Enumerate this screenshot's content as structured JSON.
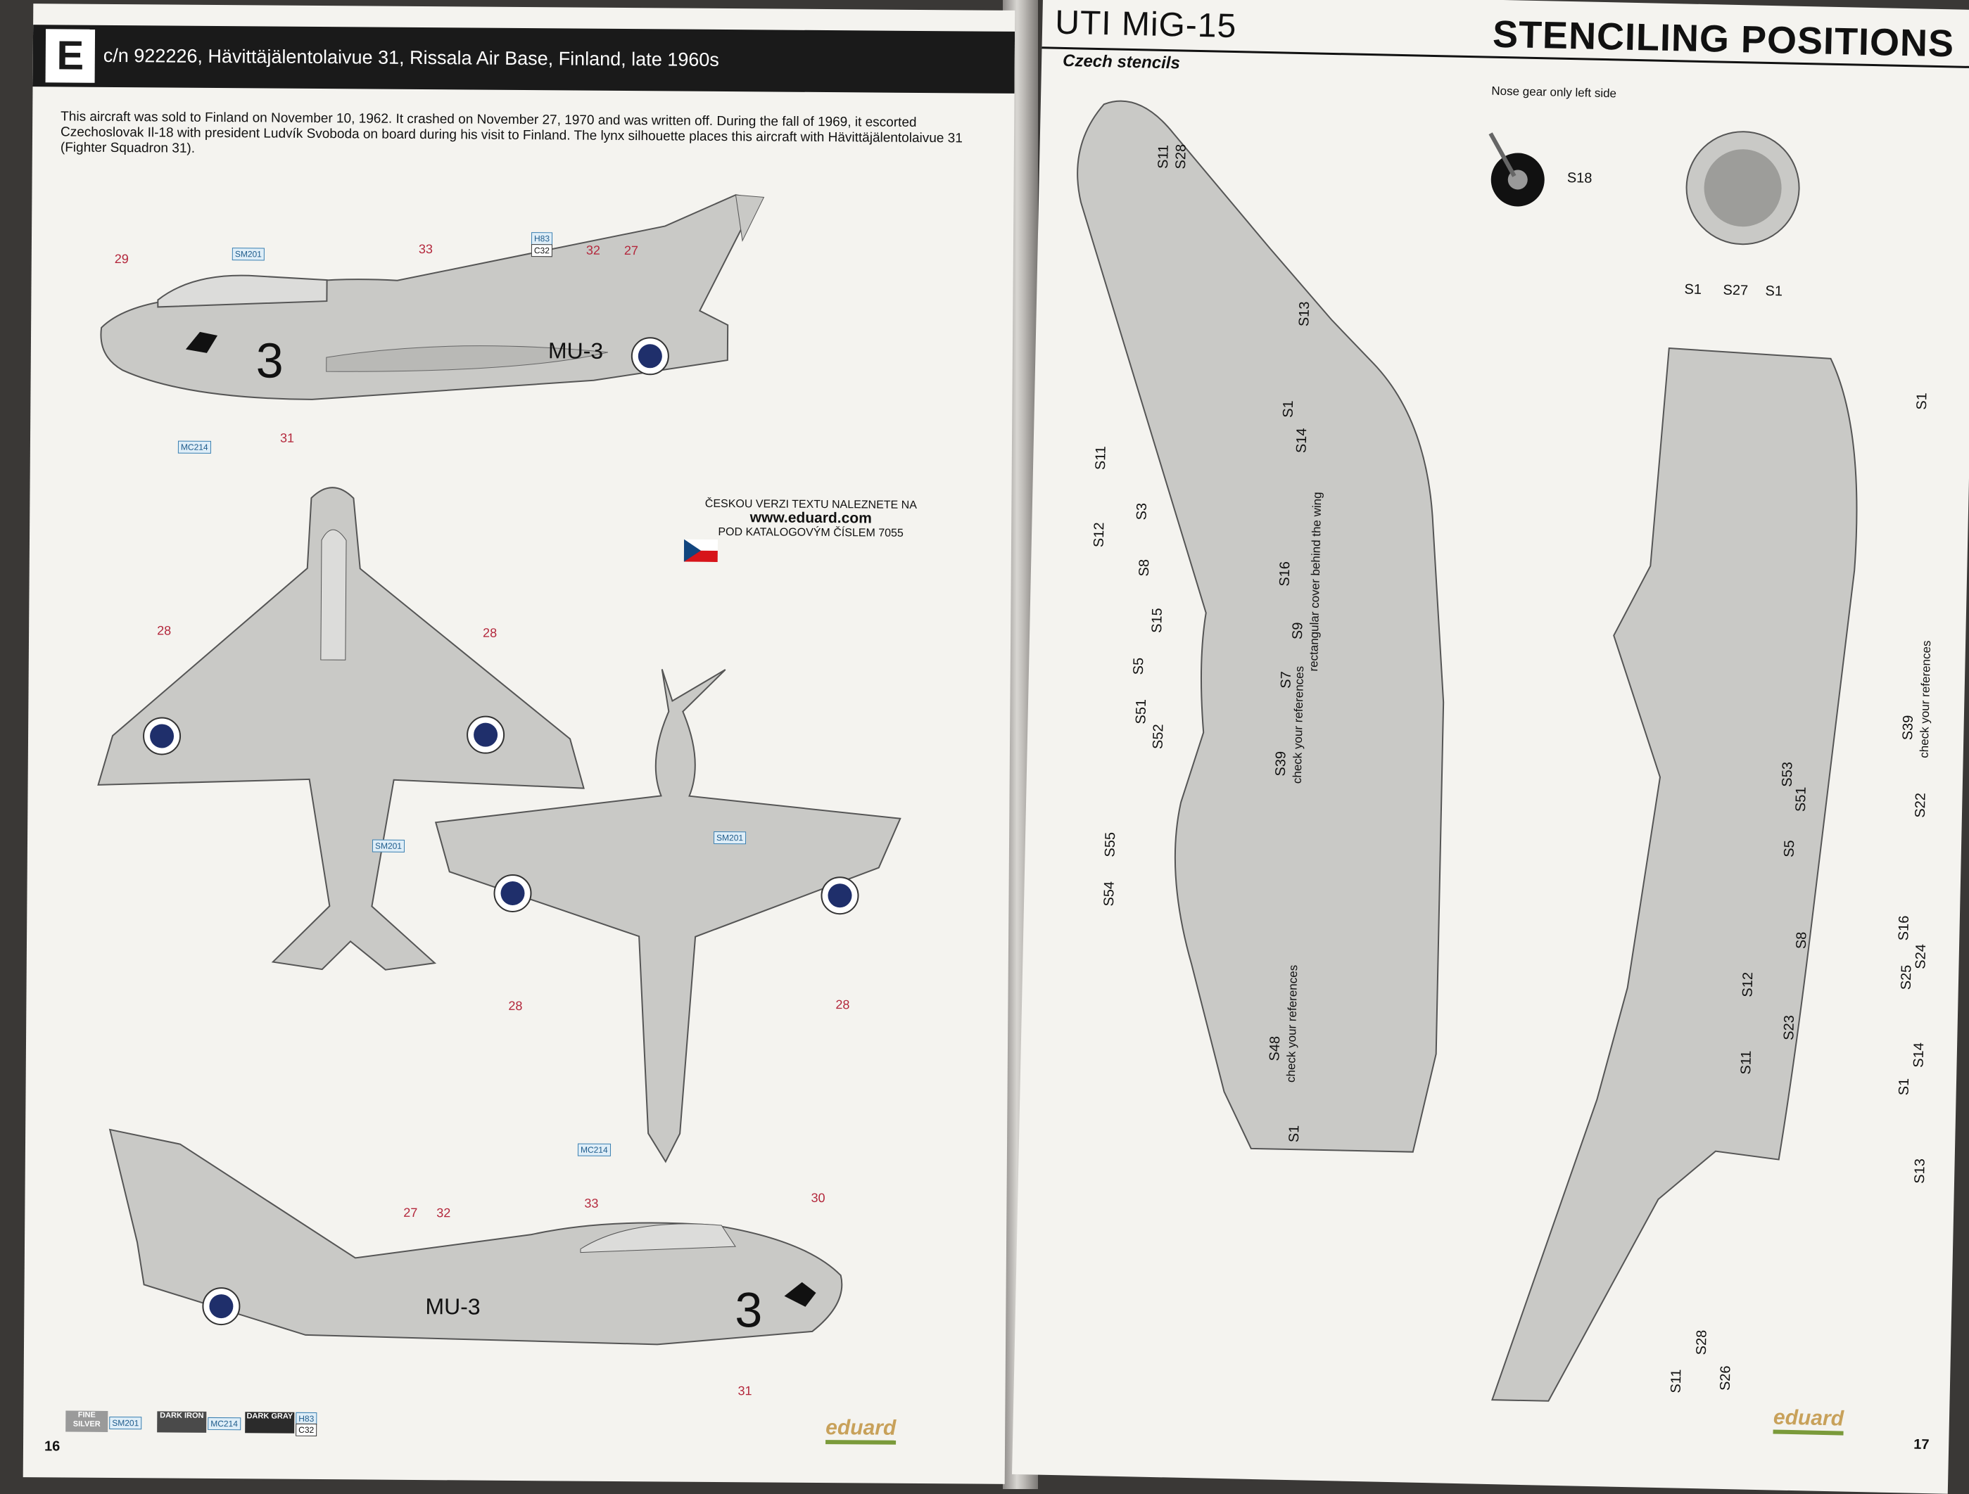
{
  "left_page": {
    "header_letter": "E",
    "header_title": "c/n 922226, Hävittäjälentolaivue 31, Rissala Air Base, Finland, late 1960s",
    "description": "This aircraft was sold to Finland on November 10, 1962. It crashed on November 27, 1970 and was written off. During the fall of 1969, it escorted Czechoslovak Il-18 with president Ludvík Svoboda on board during his visit to Finland. The lynx silhouette places this aircraft with Hävittäjälentolaivue 31 (Fighter Squadron 31).",
    "side_view_top": {
      "markings": {
        "m29": "29",
        "m33": "33",
        "m32": "32",
        "m27": "27",
        "m31": "31"
      },
      "tags": {
        "sm201": "SM201",
        "h83": "H83",
        "c32": "C32",
        "mc214": "MC214"
      },
      "fuselage_code": "MU-3",
      "nose_number": "3"
    },
    "top_view": {
      "left_28": "28",
      "right_28": "28",
      "tag_sm201": "SM201"
    },
    "bottom_view": {
      "left_28": "28",
      "right_28": "28",
      "tag_sm201": "SM201",
      "tag_mc214": "MC214"
    },
    "side_view_bottom": {
      "markings": {
        "m27": "27",
        "m32": "32",
        "m33": "33",
        "m30": "30",
        "m31": "31"
      },
      "fuselage_code": "MU-3",
      "nose_number": "3"
    },
    "czech_note": {
      "line1": "ČESKOU VERZI TEXTU NALEZNETE NA",
      "line2": "www.eduard.com",
      "line3": "POD KATALOGOVÝM ČÍSLEM 7055"
    },
    "paint_legend": [
      {
        "name": "FINE SILVER",
        "code": "SM201",
        "color": "#9a9a9a"
      },
      {
        "name": "DARK IRON",
        "code": "MC214",
        "color": "#4a4a4a"
      },
      {
        "name": "DARK GRAY",
        "code1": "H83",
        "code2": "C32",
        "color": "#2b2b2b"
      }
    ],
    "page_number": "16",
    "brand": "eduard"
  },
  "right_page": {
    "title_left": "UTI MiG-15",
    "title_right": "STENCILING POSITIONS",
    "subtitle": "Czech stencils",
    "nose_gear_note": "Nose gear only left side",
    "nose_gear_label": "S18",
    "front_labels": [
      "S1",
      "S27",
      "S1"
    ],
    "left_view_labels": [
      "S11",
      "S28",
      "S13",
      "S1",
      "S14",
      "S11",
      "S3",
      "S12",
      "S8",
      "S16",
      "S15",
      "S9",
      "S5",
      "S7",
      "S51",
      "S52",
      "S39",
      "S55",
      "S54",
      "S48",
      "S1"
    ],
    "left_view_notes": {
      "s9": "rectangular cover behind the wing",
      "s39": "check your references",
      "s48": "check your references"
    },
    "right_view_labels": [
      "S1",
      "S39",
      "S53",
      "S51",
      "S22",
      "S5",
      "S8",
      "S16",
      "S24",
      "S12",
      "S25",
      "S23",
      "S11",
      "S14",
      "S1",
      "S13",
      "S11",
      "S28",
      "S26"
    ],
    "right_view_notes": {
      "s39": "check your references"
    },
    "page_number": "17",
    "brand": "eduard"
  },
  "colors": {
    "aircraft_silver": "#c9c9c6",
    "marking_red": "#b3263b",
    "roundel_blue": "#1f2f6b",
    "tag_blue": "#3a7fb0"
  }
}
